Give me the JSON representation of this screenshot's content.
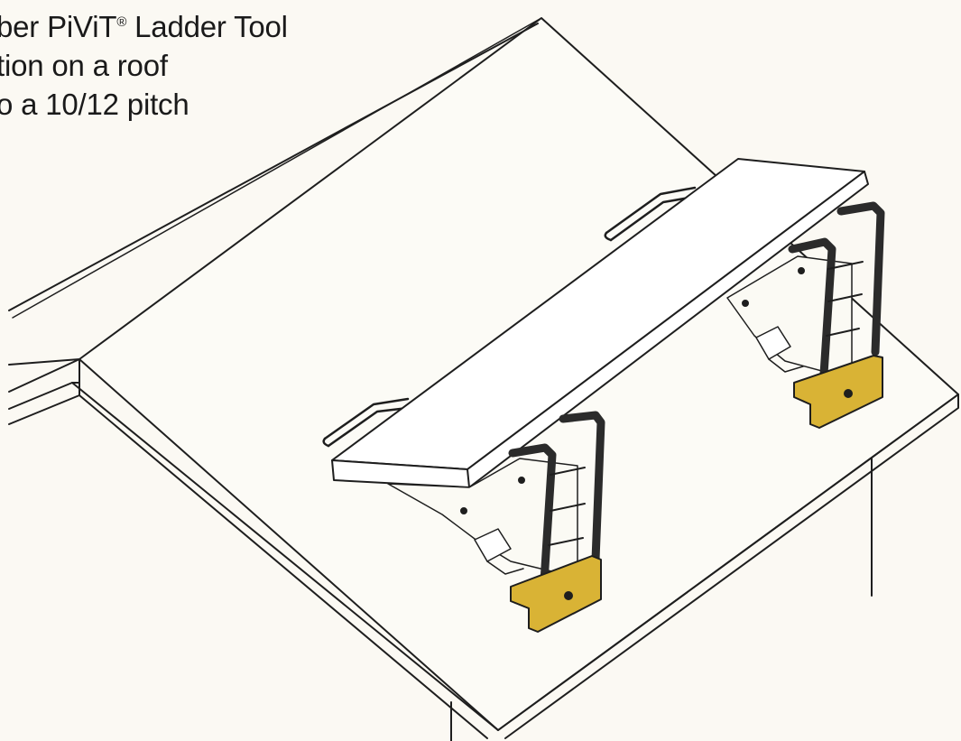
{
  "caption": {
    "line1_before_mark": "ber PiViT",
    "registered_mark": "®",
    "line1_after_mark": " Ladder Tool",
    "line2": "tion on a roof",
    "line3": "o a 10/12 pitch"
  },
  "colors": {
    "background": "#fbf9f3",
    "line": "#1e1e1e",
    "bracket_base": "#d9b335",
    "bracket_rail": "#2b2b2b",
    "plank": "#ffffff"
  },
  "icons": [
    "roof-illustration",
    "plank",
    "ladder-tool-bracket"
  ]
}
